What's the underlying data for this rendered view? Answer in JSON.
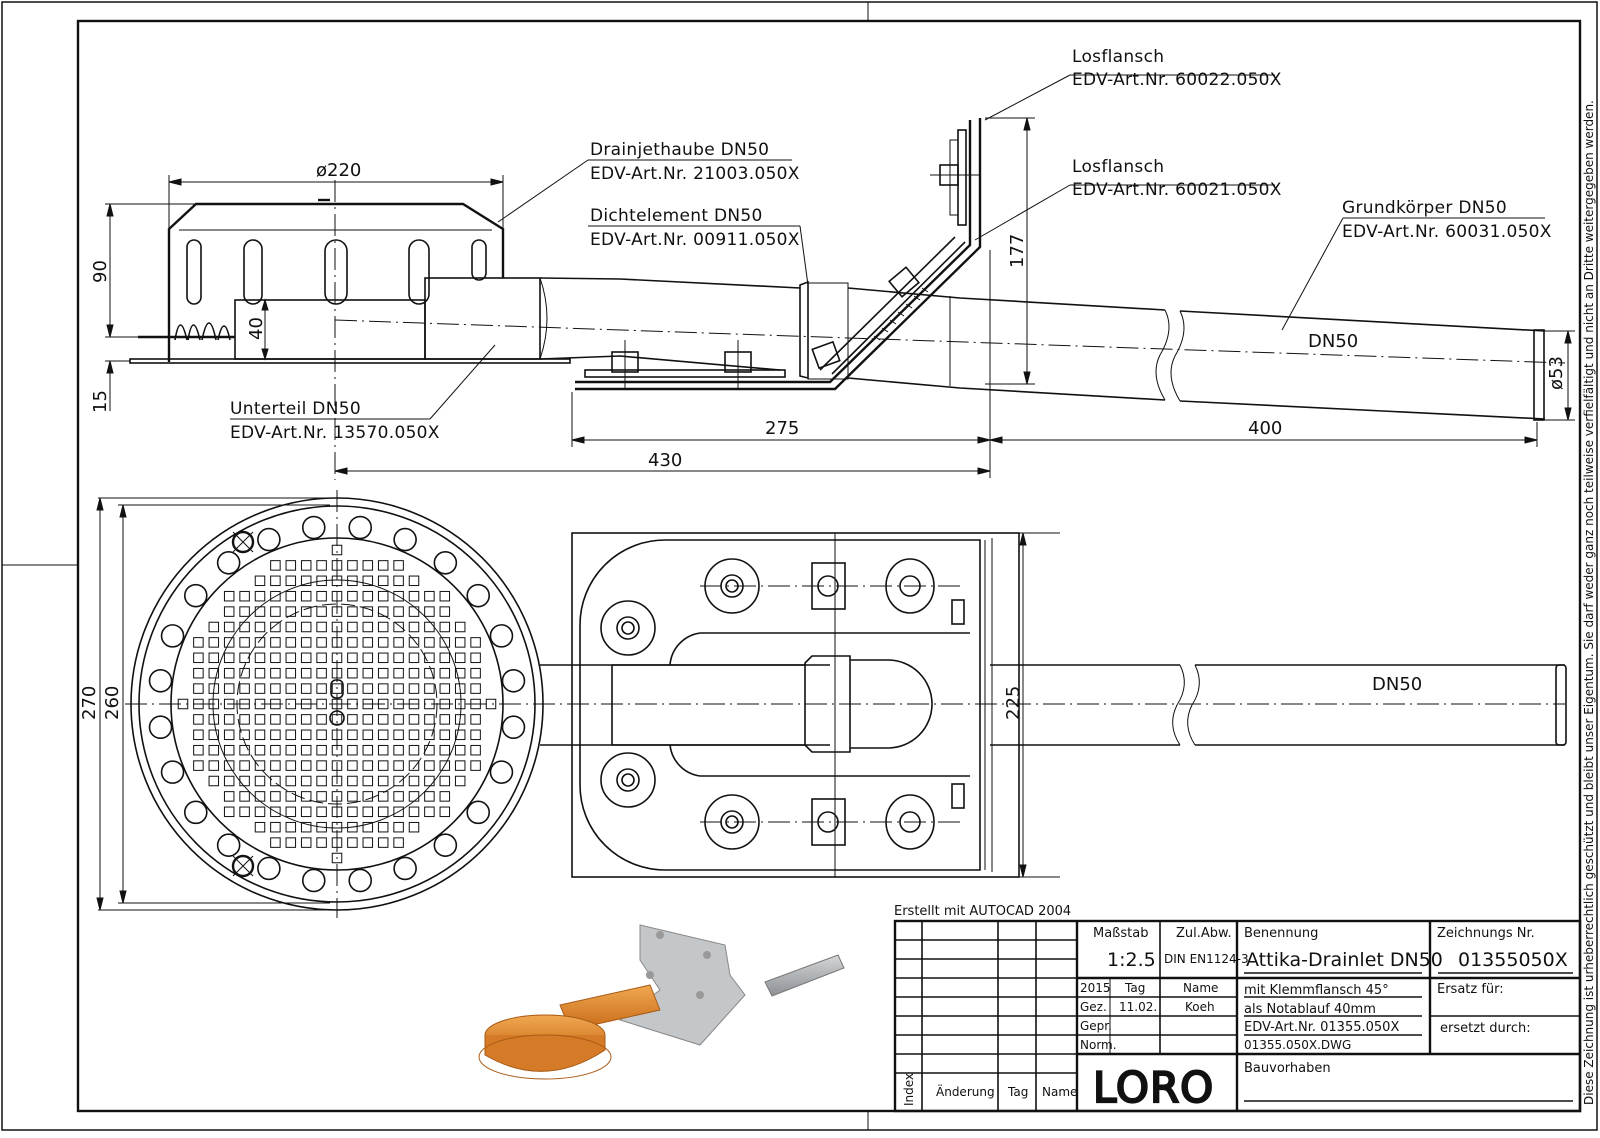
{
  "drawing": {
    "created_with": "Erstellt mit AUTOCAD 2004",
    "copyright_notice": "Diese Zeichnung ist urheberrechtlich geschützt und bleibt unser Eigentum. Sie darf weder ganz noch teilweise verfielfältigt und nicht an Dritte weitergegeben werden."
  },
  "callouts": [
    {
      "name": "Losflansch",
      "art_nr": "EDV-Art.Nr. 60022.050X"
    },
    {
      "name": "Losflansch",
      "art_nr": "EDV-Art.Nr. 60021.050X"
    },
    {
      "name": "Drainjethaube DN50",
      "art_nr": "EDV-Art.Nr. 21003.050X"
    },
    {
      "name": "Dichtelement DN50",
      "art_nr": "EDV-Art.Nr. 00911.050X"
    },
    {
      "name": "Grundkörper DN50",
      "art_nr": "EDV-Art.Nr. 60031.050X"
    },
    {
      "name": "Unterteil DN50",
      "art_nr": "EDV-Art.Nr. 13570.050X"
    }
  ],
  "dimensions": {
    "hood_diameter": "ø220",
    "hood_height": "90",
    "base_height": "15",
    "outlet_height": "40",
    "flange_height": "177",
    "flange_length": "275",
    "pipe_length": "400",
    "total_length": "430",
    "pipe_diameter": "ø53",
    "outer_diameter": "270",
    "inner_diameter": "260",
    "plate_width": "225",
    "pipe_label_side": "DN50",
    "pipe_label_plan": "DN50"
  },
  "title_block": {
    "massstab_label": "Maßstab",
    "massstab_value": "1:2.5",
    "zul_abw_label": "Zul.Abw.",
    "zul_abw_value": "DIN EN1124-3",
    "year": "2015",
    "tag_label": "Tag",
    "name_label": "Name",
    "gez_label": "Gez.",
    "gez_tag": "11.02.",
    "gez_name": "Koeh",
    "gepr_label": "Gepr.",
    "norm_label": "Norm.",
    "benennung_label": "Benennung",
    "benennung_value": "Attika-Drainlet DN50",
    "desc_line1": "mit Klemmflansch 45°",
    "desc_line2": "als Notablauf 40mm",
    "desc_line3": "EDV-Art.Nr. 01355.050X",
    "dwg_file": "01355.050X.DWG",
    "zeichnungs_nr_label": "Zeichnungs Nr.",
    "zeichnungs_nr_value": "01355050X",
    "ersatz_fuer_label": "Ersatz für:",
    "ersetzt_durch_label": "ersetzt durch:",
    "bauvorhaben_label": "Bauvorhaben",
    "logo_text": "LORO",
    "rev_index_label": "Index",
    "rev_aenderung_label": "Änderung",
    "rev_tag_label": "Tag",
    "rev_name_label": "Name"
  },
  "colors": {
    "line": "#111111",
    "render_copper": "#d9822b",
    "render_steel": "#b8bcc0"
  }
}
